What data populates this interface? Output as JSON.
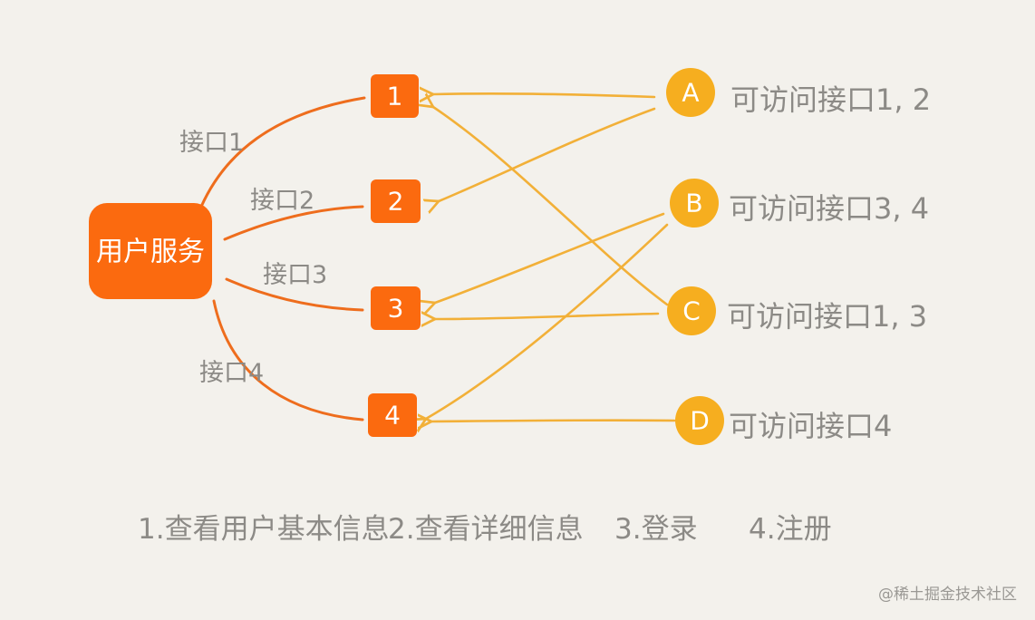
{
  "service": {
    "label": "用户服务"
  },
  "interfaces": [
    {
      "num": "1",
      "edge_label": "接口1"
    },
    {
      "num": "2",
      "edge_label": "接口2"
    },
    {
      "num": "3",
      "edge_label": "接口3"
    },
    {
      "num": "4",
      "edge_label": "接口4"
    }
  ],
  "clients": [
    {
      "id": "A",
      "desc": "可访问接口1, 2",
      "access": [
        1,
        2
      ]
    },
    {
      "id": "B",
      "desc": "可访问接口3, 4",
      "access": [
        3,
        4
      ]
    },
    {
      "id": "C",
      "desc": "可访问接口1, 3",
      "access": [
        1,
        3
      ]
    },
    {
      "id": "D",
      "desc": "可访问接口4",
      "access": [
        4
      ]
    }
  ],
  "legend": {
    "item1": "1.查看用户基本信息",
    "item2": "2.查看详细信息",
    "item3": "3.登录",
    "item4": "4.注册"
  },
  "watermark": "@稀土掘金技术社区",
  "colors": {
    "background": "#f3f1ec",
    "service": "#fb6a0f",
    "interface": "#fb6a0f",
    "client": "#f6ae1f",
    "service_edge": "#ee6d1d",
    "client_edge": "#f2b038",
    "text_gray": "#8c8a86"
  }
}
